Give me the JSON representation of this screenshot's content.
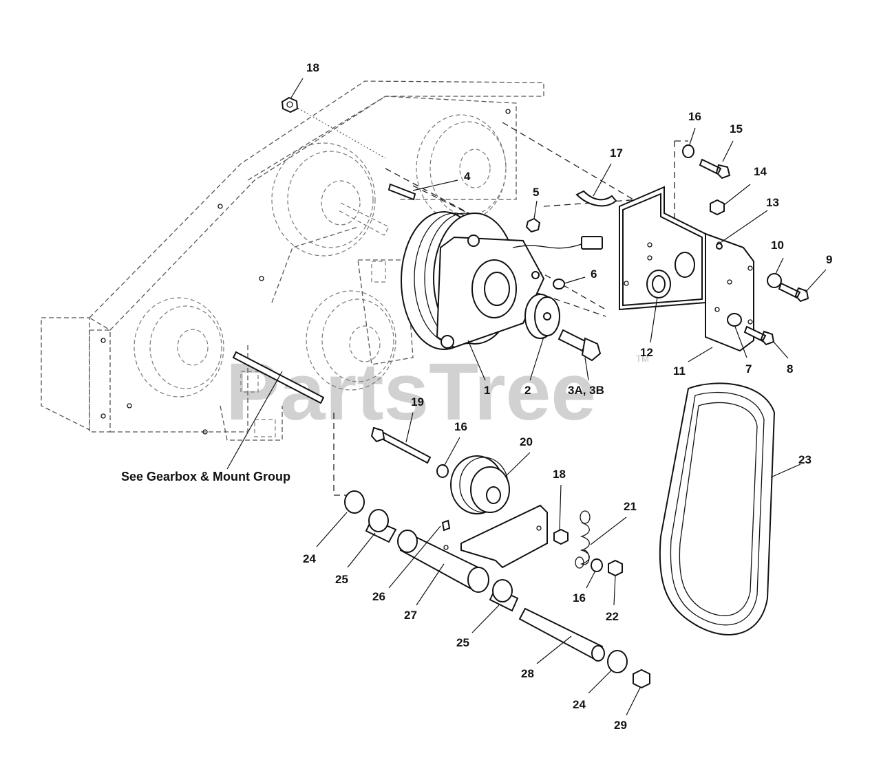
{
  "watermark": {
    "text": "PartsTree",
    "trademark": "TM"
  },
  "note": "See Gearbox & Mount Group",
  "callouts": [
    {
      "id": "c18a",
      "label": "18"
    },
    {
      "id": "c4",
      "label": "4"
    },
    {
      "id": "c5",
      "label": "5"
    },
    {
      "id": "c17",
      "label": "17"
    },
    {
      "id": "c16a",
      "label": "16"
    },
    {
      "id": "c15",
      "label": "15"
    },
    {
      "id": "c14",
      "label": "14"
    },
    {
      "id": "c13",
      "label": "13"
    },
    {
      "id": "c10",
      "label": "10"
    },
    {
      "id": "c9",
      "label": "9"
    },
    {
      "id": "c6",
      "label": "6"
    },
    {
      "id": "c12",
      "label": "12"
    },
    {
      "id": "c11",
      "label": "11"
    },
    {
      "id": "c7",
      "label": "7"
    },
    {
      "id": "c8",
      "label": "8"
    },
    {
      "id": "c1",
      "label": "1"
    },
    {
      "id": "c2",
      "label": "2"
    },
    {
      "id": "c3",
      "label": "3A, 3B"
    },
    {
      "id": "c19",
      "label": "19"
    },
    {
      "id": "c16b",
      "label": "16"
    },
    {
      "id": "c20",
      "label": "20"
    },
    {
      "id": "c18b",
      "label": "18"
    },
    {
      "id": "c21",
      "label": "21"
    },
    {
      "id": "c23",
      "label": "23"
    },
    {
      "id": "c24a",
      "label": "24"
    },
    {
      "id": "c25a",
      "label": "25"
    },
    {
      "id": "c26",
      "label": "26"
    },
    {
      "id": "c27",
      "label": "27"
    },
    {
      "id": "c16c",
      "label": "16"
    },
    {
      "id": "c22",
      "label": "22"
    },
    {
      "id": "c25b",
      "label": "25"
    },
    {
      "id": "c28",
      "label": "28"
    },
    {
      "id": "c24b",
      "label": "24"
    },
    {
      "id": "c29",
      "label": "29"
    }
  ]
}
